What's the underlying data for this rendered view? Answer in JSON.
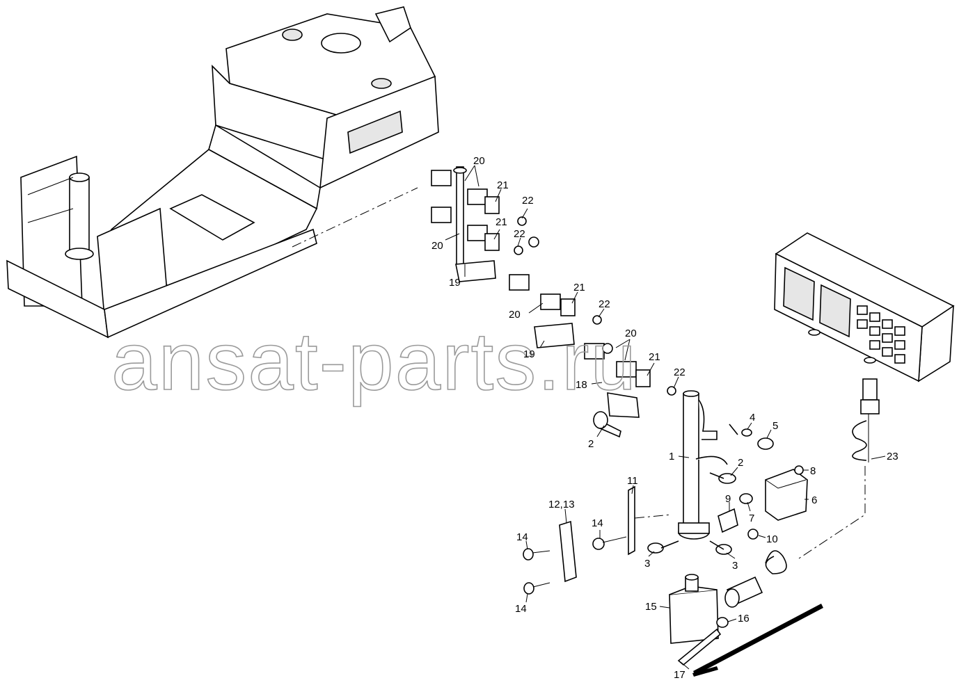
{
  "watermark": "ansat-parts.ru",
  "callouts": [
    {
      "id": "c20a",
      "text": "20"
    },
    {
      "id": "c21a",
      "text": "21"
    },
    {
      "id": "c22a",
      "text": "22"
    },
    {
      "id": "c21b",
      "text": "21"
    },
    {
      "id": "c22b",
      "text": "22"
    },
    {
      "id": "c20b",
      "text": "20"
    },
    {
      "id": "c19a",
      "text": "19"
    },
    {
      "id": "c21c",
      "text": "21"
    },
    {
      "id": "c22c",
      "text": "22"
    },
    {
      "id": "c20c",
      "text": "20"
    },
    {
      "id": "c20d",
      "text": "20"
    },
    {
      "id": "c19b",
      "text": "19"
    },
    {
      "id": "c21d",
      "text": "21"
    },
    {
      "id": "c22d",
      "text": "22"
    },
    {
      "id": "c18",
      "text": "18"
    },
    {
      "id": "c2a",
      "text": "2"
    },
    {
      "id": "c4",
      "text": "4"
    },
    {
      "id": "c5",
      "text": "5"
    },
    {
      "id": "c1",
      "text": "1"
    },
    {
      "id": "c2b",
      "text": "2"
    },
    {
      "id": "c8",
      "text": "8"
    },
    {
      "id": "c23",
      "text": "23"
    },
    {
      "id": "c11",
      "text": "11"
    },
    {
      "id": "c1213",
      "text": "12,13"
    },
    {
      "id": "c9",
      "text": "9"
    },
    {
      "id": "c6",
      "text": "6"
    },
    {
      "id": "c7",
      "text": "7"
    },
    {
      "id": "c14a",
      "text": "14"
    },
    {
      "id": "c10",
      "text": "10"
    },
    {
      "id": "c14b",
      "text": "14"
    },
    {
      "id": "c3a",
      "text": "3"
    },
    {
      "id": "c3b",
      "text": "3"
    },
    {
      "id": "c14c",
      "text": "14"
    },
    {
      "id": "c15",
      "text": "15"
    },
    {
      "id": "c16",
      "text": "16"
    },
    {
      "id": "c17",
      "text": "17"
    }
  ]
}
